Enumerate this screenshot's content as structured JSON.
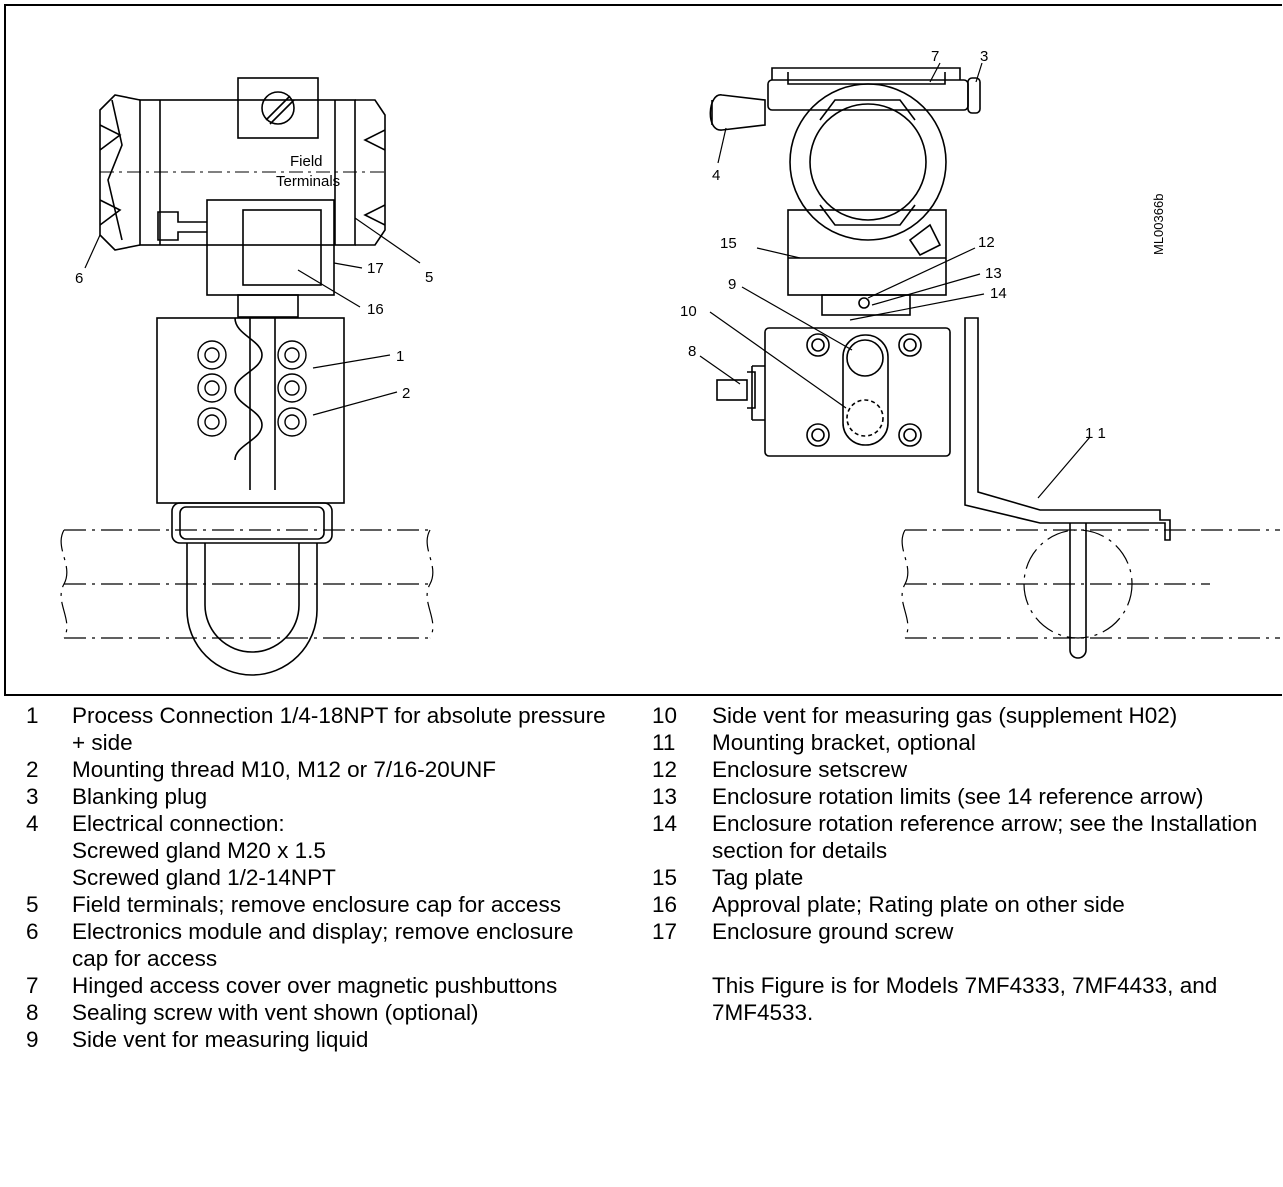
{
  "figure": {
    "text_field_terminals_1": "Field",
    "text_field_terminals_2": "Terminals",
    "drawing_id": "ML00366b",
    "callouts": [
      "1",
      "2",
      "3",
      "4",
      "5",
      "6",
      "7",
      "8",
      "9",
      "10",
      "11",
      "12",
      "13",
      "14",
      "15",
      "16",
      "17"
    ],
    "callout_11": "1 1"
  },
  "legend_left": [
    {
      "num": "1",
      "text": "Process Connection 1/4-18NPT for absolute pressure + side"
    },
    {
      "num": "2",
      "text": "Mounting thread M10, M12 or 7/16-20UNF"
    },
    {
      "num": "3",
      "text": "Blanking plug"
    },
    {
      "num": "4",
      "text": "Electrical connection:\n Screwed gland M20 x 1.5\n Screwed gland 1/2-14NPT"
    },
    {
      "num": "5",
      "text": "Field terminals; remove enclosure cap for access"
    },
    {
      "num": "6",
      "text": "Electronics module and display; remove enclosure cap for access"
    },
    {
      "num": "7",
      "text": "Hinged access cover over magnetic pushbuttons"
    },
    {
      "num": "8",
      "text": "Sealing screw with vent shown (optional)"
    },
    {
      "num": "9",
      "text": "Side vent for measuring liquid"
    }
  ],
  "legend_right": [
    {
      "num": "10",
      "text": "Side vent for measuring gas (supplement H02)"
    },
    {
      "num": "11",
      "text": "Mounting bracket, optional"
    },
    {
      "num": "12",
      "text": "Enclosure setscrew"
    },
    {
      "num": "13",
      "text": "Enclosure rotation limits (see 14 reference arrow)"
    },
    {
      "num": "14",
      "text": "Enclosure rotation reference arrow; see the Installation section for details"
    },
    {
      "num": "15",
      "text": "Tag plate"
    },
    {
      "num": "16",
      "text": "Approval plate; Rating plate on other side"
    },
    {
      "num": "17",
      "text": "Enclosure ground screw"
    }
  ],
  "note": "This Figure is for Models 7MF4333, 7MF4433, and 7MF4533."
}
